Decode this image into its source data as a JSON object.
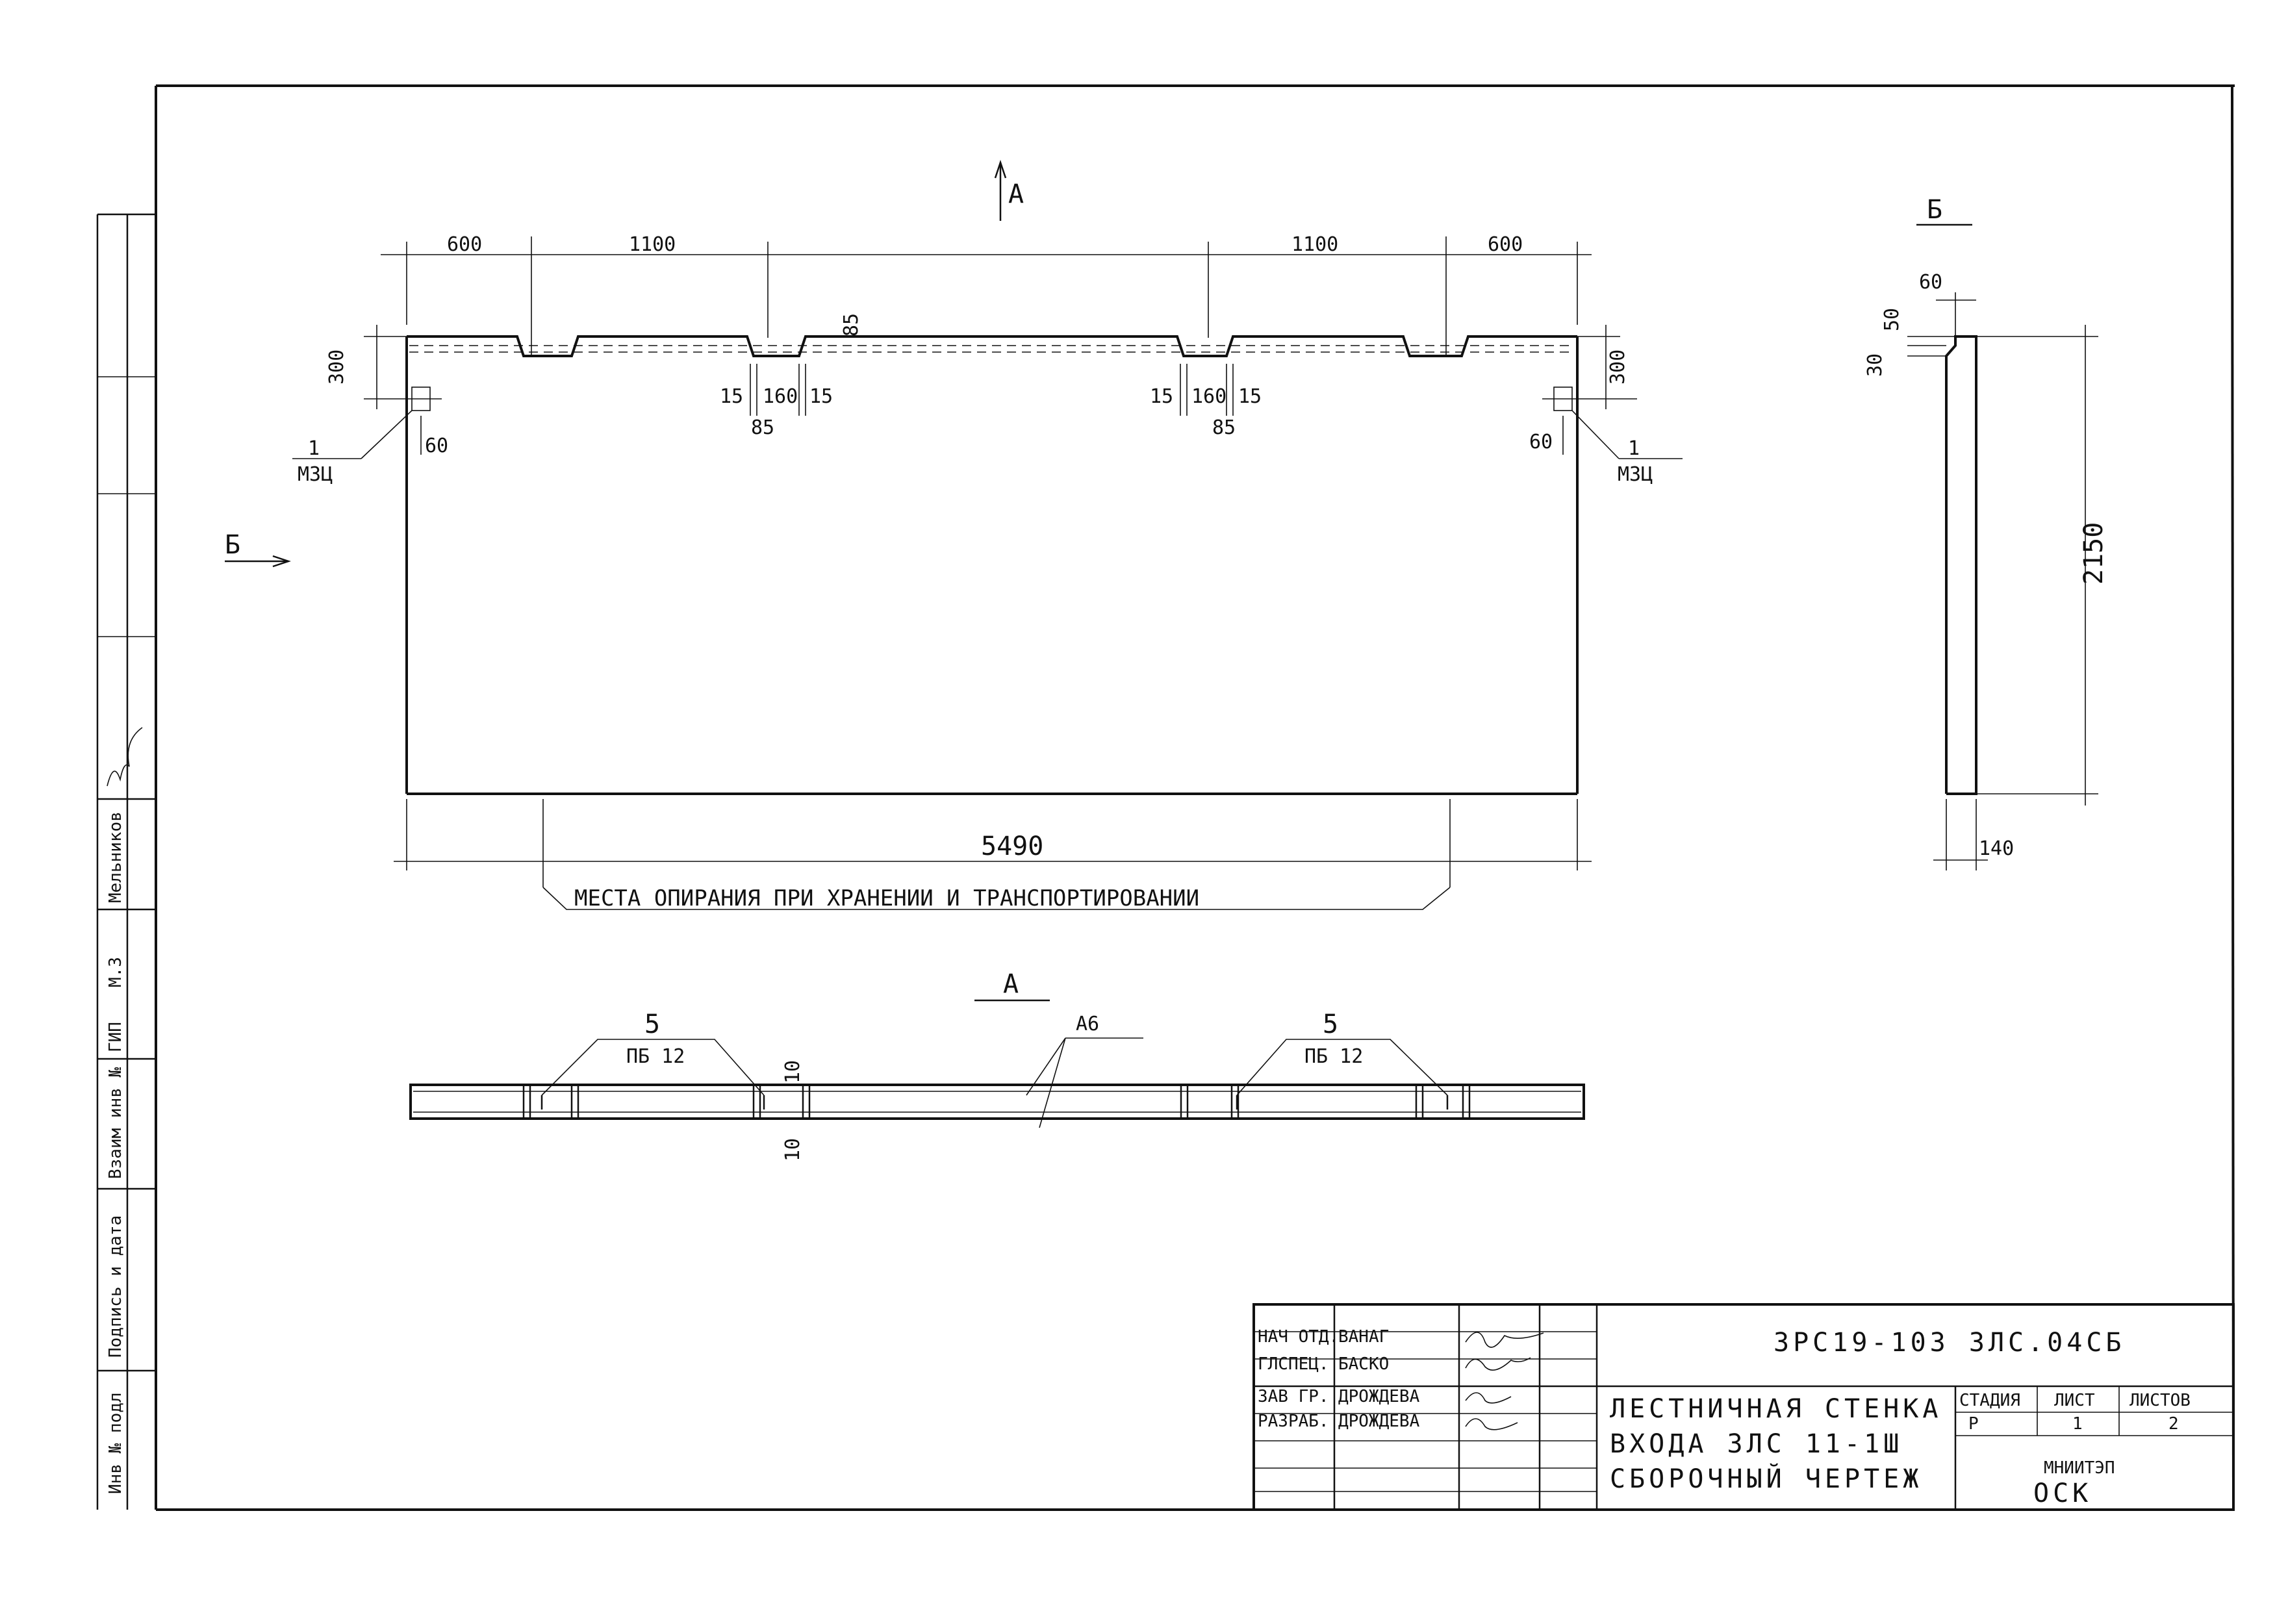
{
  "view_markers": {
    "section_a_arrow": "А",
    "section_b_arrow": "Б",
    "section_a_title": "А",
    "section_b_title": "Б"
  },
  "front_view": {
    "dims_top": [
      "600",
      "1100",
      "1100",
      "600"
    ],
    "notch_height": "85",
    "end_height_left": "300",
    "end_height_right": "300",
    "gap_labels": [
      "15",
      "160",
      "15",
      "85"
    ],
    "detail_offset": "60",
    "callout_number": "1",
    "callout_item": "М3Ц",
    "length": "5490",
    "support_note": "МЕСТА ОПИРАНИЯ ПРИ ХРАНЕНИИ И ТРАНСПОРТИРОВАНИИ"
  },
  "side_view": {
    "top_width": "60",
    "step1": "50",
    "step2": "30",
    "height": "2150",
    "thickness": "140"
  },
  "plan_view": {
    "callout_number": "5",
    "callout_item": "ПБ 12",
    "loop_label": "А6",
    "gap_top": "10",
    "gap_bottom": "10"
  },
  "left_strip": {
    "inv_no": "Инв № подл",
    "sign_date": "Подпись и дата",
    "replace_inv": "Взаим инв №",
    "gip": "ГИП",
    "gip_name": "М.З",
    "name2": "Мельников"
  },
  "title_block": {
    "roles": [
      "НАЧ ОТД.",
      "ГЛСПЕЦ.",
      "ЗАВ ГР.",
      "РАЗРАБ."
    ],
    "names": [
      "ВАНАГ",
      "БАСКО",
      "ДРОЖДЕВА",
      "ДРОЖДЕВА"
    ],
    "doc_code": "3РС19-103  3ЛС.04СБ",
    "title_line1": "ЛЕСТНИЧНАЯ СТЕНКА",
    "title_line2": "ВХОДА  3ЛС 11-1Ш",
    "title_line3": "СБОРОЧНЫЙ ЧЕРТЕЖ",
    "stage_header": "СТАДИЯ",
    "sheet_header": "ЛИСТ",
    "sheets_header": "ЛИСТОВ",
    "stage": "Р",
    "sheet": "1",
    "sheets": "2",
    "org_line1": "МНИИТЭП",
    "org_line2": "ОСК"
  }
}
